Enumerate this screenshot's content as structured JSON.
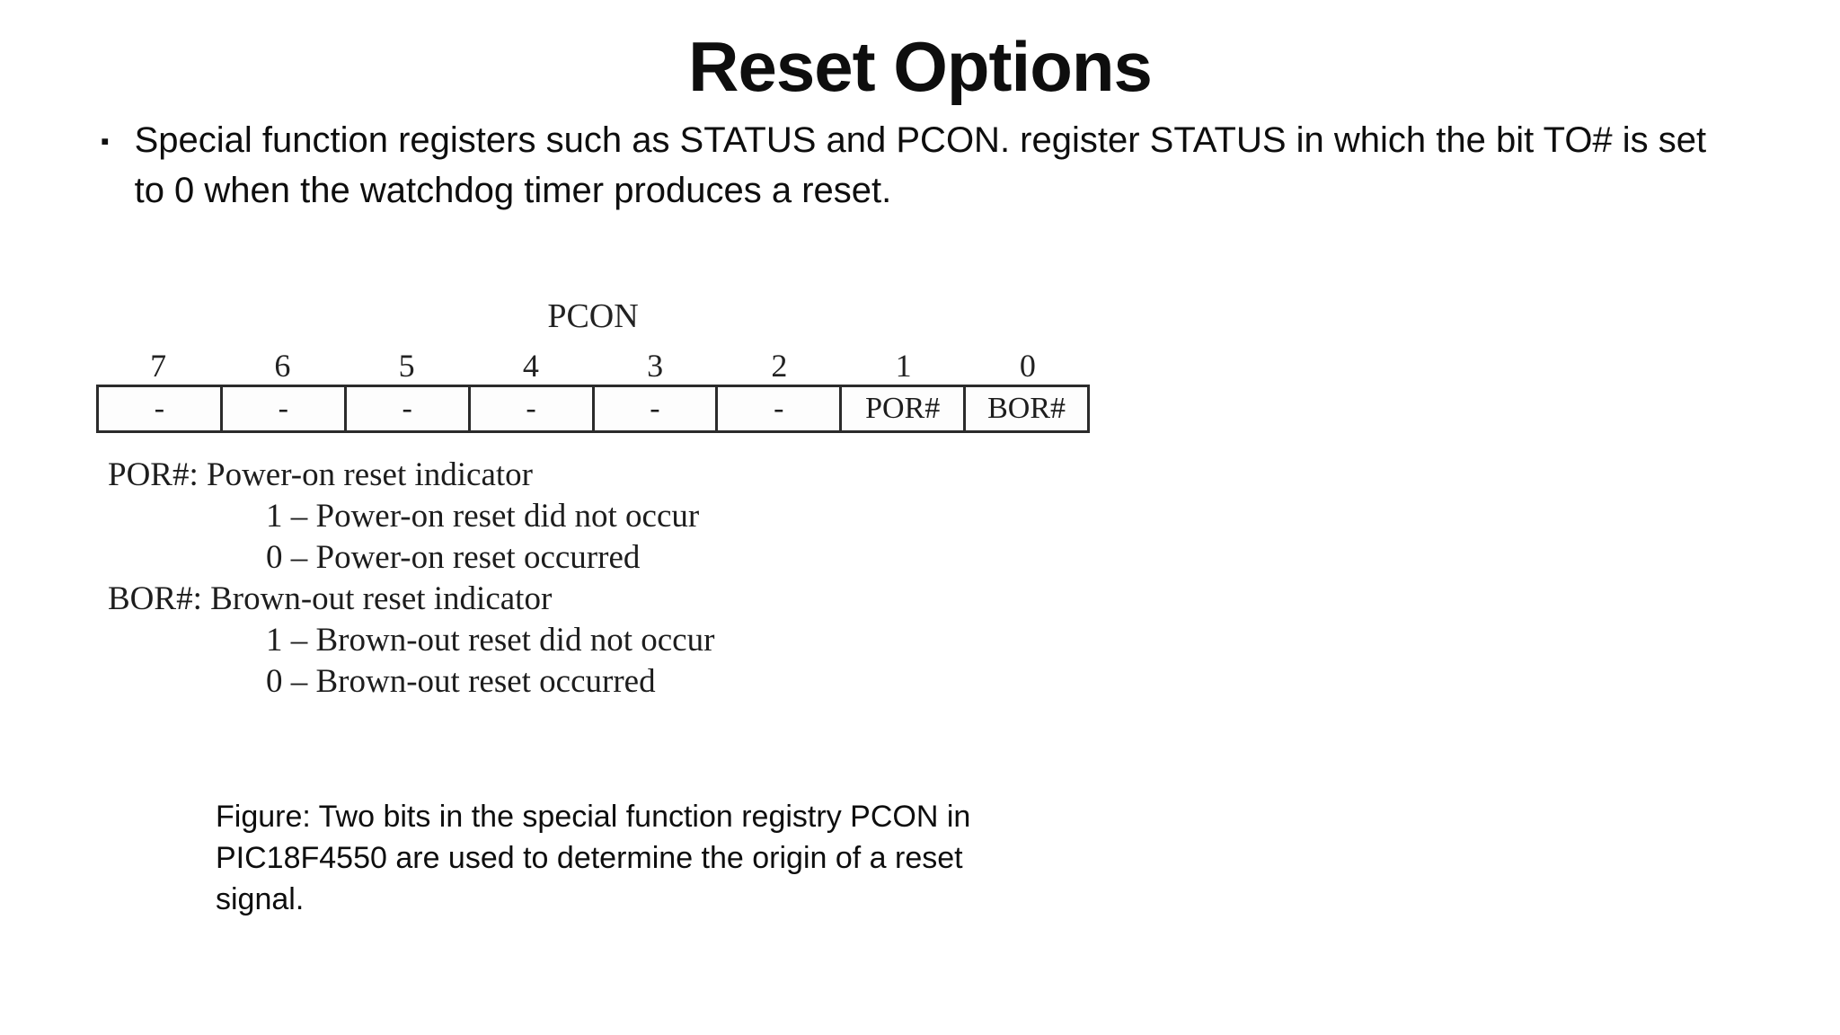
{
  "title": "Reset Options",
  "bullet": {
    "marker": "▪",
    "text": "Special function registers such as STATUS and PCON. register STATUS in which the bit TO# is set to 0 when the watchdog timer produces a reset."
  },
  "register": {
    "name": "PCON",
    "bit_numbers": [
      "7",
      "6",
      "5",
      "4",
      "3",
      "2",
      "1",
      "0"
    ],
    "bit_fields": [
      "-",
      "-",
      "-",
      "-",
      "-",
      "-",
      "POR#",
      "BOR#"
    ]
  },
  "descriptions": {
    "lines": [
      {
        "text": "POR#: Power-on reset indicator"
      },
      {
        "text": "1 – Power-on reset did not occur"
      },
      {
        "text": "0 – Power-on reset occurred"
      },
      {
        "text": "BOR#: Brown-out reset indicator"
      },
      {
        "text": "1 – Brown-out reset did not occur"
      },
      {
        "text": "0 – Brown-out reset occurred"
      }
    ]
  },
  "caption": "Figure: Two bits in the special function registry PCON in PIC18F4550 are used to determine the origin of a reset signal.",
  "colors": {
    "text": "#0e0e0e",
    "scan_text": "#1d1d1d",
    "border": "#2b2b2b",
    "background": "#ffffff"
  }
}
